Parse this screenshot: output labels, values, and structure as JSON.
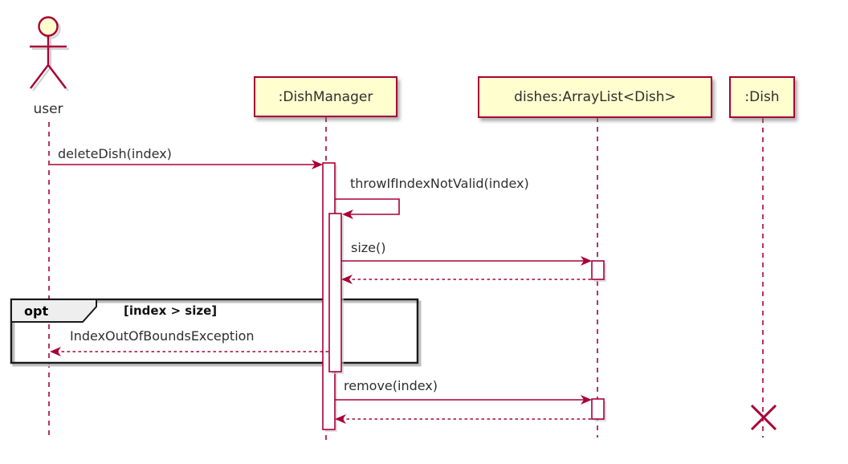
{
  "diagram_type": "uml-sequence-diagram",
  "actor": {
    "label": "user"
  },
  "participants": [
    {
      "label": ":DishManager"
    },
    {
      "label": "dishes:ArrayList<Dish>"
    },
    {
      "label": ":Dish"
    }
  ],
  "messages": {
    "delete_dish": {
      "label": "deleteDish(index)",
      "from": "user",
      "to": ":DishManager",
      "style": "solid"
    },
    "throw_if_index_not_valid": {
      "label": "throwIfIndexNotValid(index)",
      "from": ":DishManager",
      "to": ":DishManager",
      "style": "solid-self"
    },
    "size": {
      "label": "size()",
      "from": ":DishManager",
      "to": "dishes:ArrayList<Dish>",
      "style": "solid"
    },
    "size_return": {
      "label": "",
      "from": "dishes:ArrayList<Dish>",
      "to": ":DishManager",
      "style": "dashed-return"
    },
    "index_out_of_bounds": {
      "label": "IndexOutOfBoundsException",
      "from": ":DishManager",
      "to": "user",
      "style": "dashed-return"
    },
    "remove": {
      "label": "remove(index)",
      "from": ":DishManager",
      "to": "dishes:ArrayList<Dish>",
      "style": "solid"
    },
    "remove_return": {
      "label": "",
      "from": "dishes:ArrayList<Dish>",
      "to": ":DishManager",
      "style": "dashed-return"
    }
  },
  "fragment": {
    "operator": "opt",
    "guard": "[index > size]"
  },
  "destruction": {
    "participant": ":Dish",
    "marker": "x-destroy-icon"
  },
  "colors": {
    "line": "#A80036",
    "participant_fill": "#FEFECE",
    "participant_border": "#A80036",
    "fragment_border": "#1a1a1a",
    "fragment_header_fill": "#EEEEEE",
    "text": "#2f2f2f",
    "background": "#FFFFFF"
  }
}
